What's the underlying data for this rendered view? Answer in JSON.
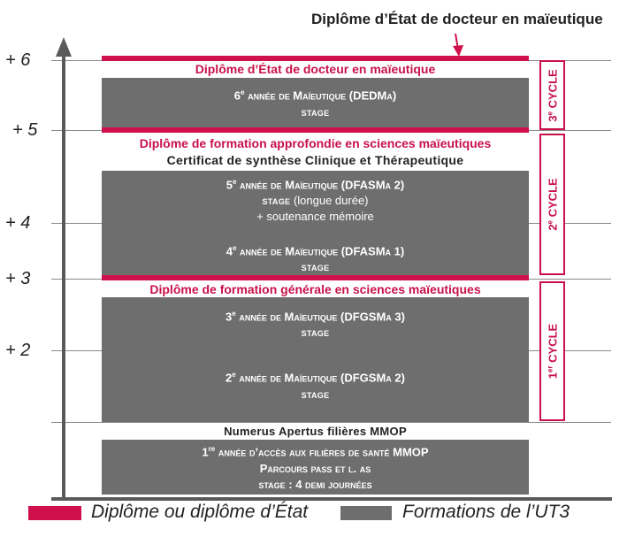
{
  "top_label": "Diplôme d’État de docteur en maïeutique",
  "y_labels": [
    "+ 6",
    "+ 5",
    "+ 4",
    "+ 3",
    "+ 2"
  ],
  "red_titles": {
    "dedma": "Diplôme d’État de docteur en maïeutique",
    "dfasma": "Diplôme de formation approfondie en sciences maïeutiques",
    "dfgsma": "Diplôme de formation générale en sciences maïeutiques"
  },
  "black_titles": {
    "certificat": "Certificat de synthèse Clinique et Thérapeutique",
    "numerus": "Numerus Apertus filières MMOP"
  },
  "blocks": {
    "y6": {
      "ord": "6",
      "sup": "e",
      "title": " année de Maïeutique (DEDMa)",
      "sub": "stage"
    },
    "y5": {
      "ord": "5",
      "sup": "e",
      "title": " année de Maïeutique (DFASMa 2)",
      "sub": "stage",
      "sub2": " (longue durée)",
      "sub3": "+ soutenance mémoire"
    },
    "y4": {
      "ord": "4",
      "sup": "e",
      "title": " année de Maïeutique (DFASMa 1)",
      "sub": "stage"
    },
    "y3": {
      "ord": "3",
      "sup": "e",
      "title": " année de Maïeutique (DFGSMa 3)",
      "sub": "stage"
    },
    "y2": {
      "ord": "2",
      "sup": "e",
      "title": " année de Maïeutique (DFGSMa 2)",
      "sub": "stage"
    },
    "y1": {
      "ord": "1",
      "sup": "re",
      "title": " année d’accès aux filières de santé MMOP",
      "line2": "Parcours pass et l. as",
      "line3": "stage : 4 demi journées"
    }
  },
  "cycles": {
    "c3": {
      "num": "3",
      "sup": "e",
      "label": " CYCLE"
    },
    "c2": {
      "num": "2",
      "sup": "e",
      "label": " CYCLE"
    },
    "c1": {
      "num": "1",
      "sup": "er",
      "label": " CYCLE"
    }
  },
  "legend": {
    "red": "Diplôme ou diplôme d’État",
    "gray": "Formations de l’UT3"
  },
  "colors": {
    "accent_red": "#d0104c",
    "block_gray": "#6e6e6e",
    "axis_gray": "#5a5a5a"
  }
}
